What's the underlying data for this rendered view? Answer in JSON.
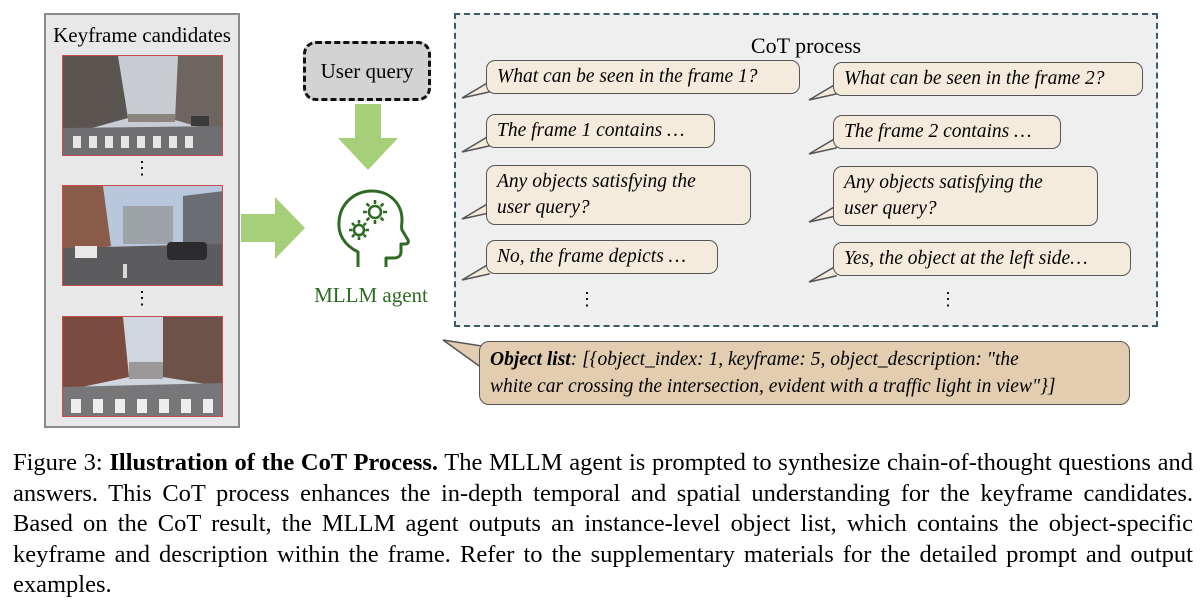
{
  "keyframes": {
    "title": "Keyframe candidates",
    "ellipsis": "⋮"
  },
  "user_query": "User query",
  "agent": {
    "label": "MLLM agent",
    "icon": "head-with-gears-icon"
  },
  "cot": {
    "title": "CoT process",
    "left": [
      "What can be seen in the frame 1?",
      "The frame 1 contains …",
      "Any objects satisfying the\nuser query?",
      "No, the frame depicts …"
    ],
    "right": [
      "What can be seen in the frame 2?",
      "The frame 2 contains …",
      "Any objects satisfying the\nuser query?",
      "Yes, the object at the left side…"
    ],
    "ellipsis": "⋮"
  },
  "object_list": {
    "label": "Object list",
    "line1": ": [{object_index: 1, keyframe: 5, object_description: \"the",
    "line2": "white car crossing the intersection, evident with a traffic light in view\"}]"
  },
  "caption": {
    "prefix": "Figure 3: ",
    "lead": "Illustration of the CoT Process.",
    "body": " The MLLM agent is prompted to synthesize chain-of-thought questions and answers. This CoT process enhances the in-depth temporal and spatial understanding for the keyframe candidates. Based on the CoT result, the MLLM agent outputs an instance-level object list, which contains the object-specific keyframe and description within the frame. Refer to the supplementary materials for the detailed prompt and output examples."
  },
  "colors": {
    "arrow": "#a6cf7a",
    "agent_green": "#2e6b22",
    "bubble": "#f5ebdc",
    "object_bubble": "#e2cdb0"
  }
}
